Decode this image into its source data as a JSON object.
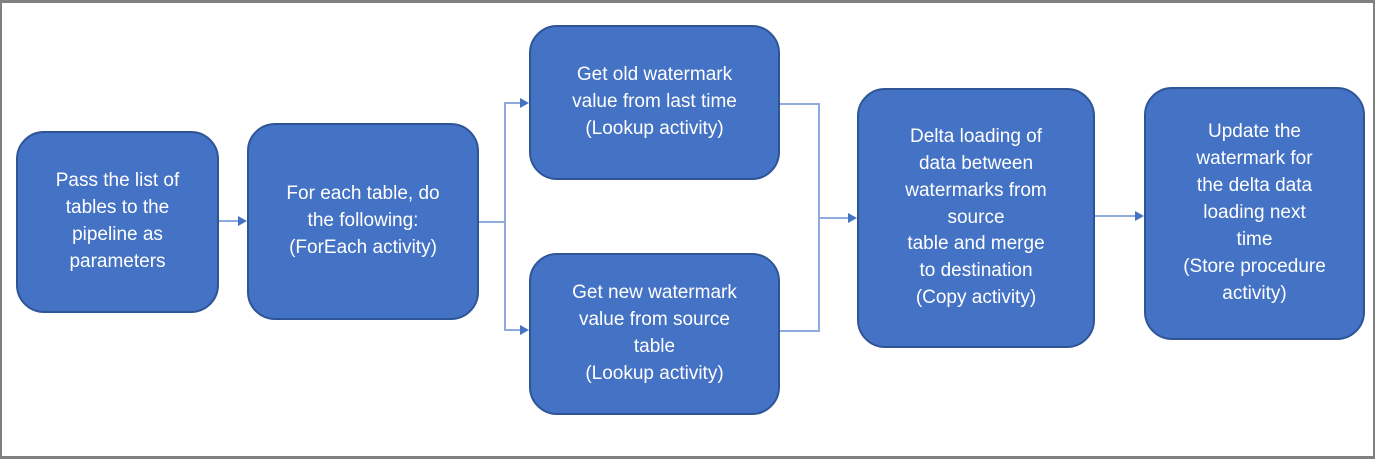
{
  "diagram": {
    "type": "flowchart",
    "colors": {
      "node_fill": "#4472C4",
      "node_border": "#2F5597",
      "node_text": "#FFFFFF",
      "connector_line": "#8FAADC",
      "connector_arrow": "#4472C4",
      "frame_border": "#808080",
      "background": "#FFFFFF"
    },
    "nodes": [
      {
        "id": "pass-tables",
        "label": "Pass the list of\ntables to the\npipeline as\nparameters"
      },
      {
        "id": "foreach-table",
        "label": "For each table, do\nthe following:\n(ForEach activity)"
      },
      {
        "id": "get-old-watermark",
        "label": "Get old watermark\nvalue from last time\n(Lookup activity)"
      },
      {
        "id": "get-new-watermark",
        "label": "Get new watermark\nvalue from source\ntable\n(Lookup activity)"
      },
      {
        "id": "delta-loading",
        "label": "Delta loading of\ndata between\nwatermarks from\nsource\ntable and merge\nto destination\n(Copy activity)"
      },
      {
        "id": "update-watermark",
        "label": "Update the\nwatermark for\nthe delta data\nloading next\ntime\n(Store procedure\nactivity)"
      }
    ],
    "edges": [
      {
        "from": "pass-tables",
        "to": "foreach-table"
      },
      {
        "from": "foreach-table",
        "to": "get-old-watermark"
      },
      {
        "from": "foreach-table",
        "to": "get-new-watermark"
      },
      {
        "from": "get-old-watermark",
        "to": "delta-loading"
      },
      {
        "from": "get-new-watermark",
        "to": "delta-loading"
      },
      {
        "from": "delta-loading",
        "to": "update-watermark"
      }
    ]
  }
}
